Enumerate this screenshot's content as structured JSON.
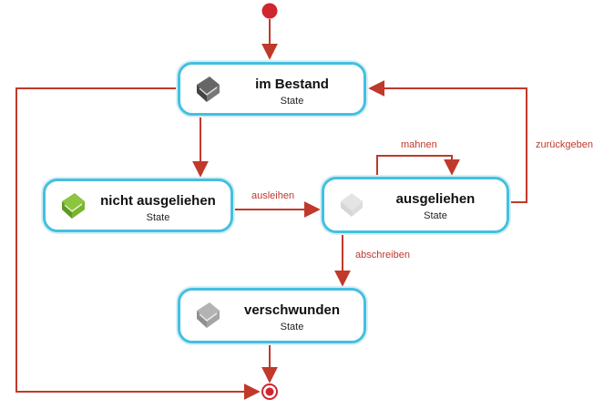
{
  "states": {
    "bestand": {
      "name": "im Bestand",
      "stereotype": "State",
      "icon": "book-dark-gray-icon"
    },
    "nicht": {
      "name": "nicht ausgeliehen",
      "stereotype": "State",
      "icon": "book-green-icon"
    },
    "ausgeliehen": {
      "name": "ausgeliehen",
      "stereotype": "State",
      "icon": "book-empty-slot-icon"
    },
    "verschwunden": {
      "name": "verschwunden",
      "stereotype": "State",
      "icon": "book-gray-icon"
    }
  },
  "transitions": {
    "ausleihen": "ausleihen",
    "mahnen": "mahnen",
    "zurueckgeben": "zurückgeben",
    "abschreiben": "abschreiben"
  },
  "colors": {
    "arrow": "#c0392b",
    "state_border": "#45bfe0",
    "initial_node": "#d0262f"
  }
}
